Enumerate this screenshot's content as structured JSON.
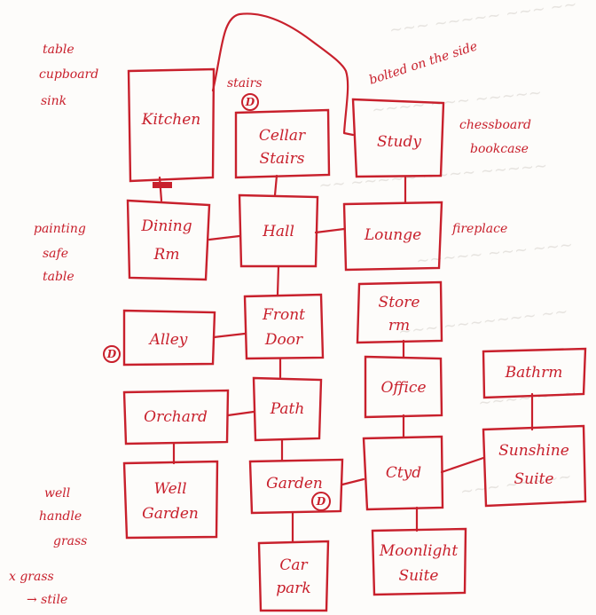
{
  "ink_color": "#c8202c",
  "paper_color": "#fdfcfa",
  "rooms": [
    {
      "id": "kitchen",
      "label": [
        "Kitchen"
      ]
    },
    {
      "id": "cellar-stairs",
      "label": [
        "Cellar",
        "Stairs"
      ]
    },
    {
      "id": "study",
      "label": [
        "Study"
      ]
    },
    {
      "id": "dining-room",
      "label": [
        "Dining",
        "Rm"
      ]
    },
    {
      "id": "hall",
      "label": [
        "Hall"
      ]
    },
    {
      "id": "lounge",
      "label": [
        "Lounge"
      ]
    },
    {
      "id": "store-rm",
      "label": [
        "Store",
        "rm"
      ]
    },
    {
      "id": "alley",
      "label": [
        "Alley"
      ]
    },
    {
      "id": "front-door",
      "label": [
        "Front",
        "Door"
      ]
    },
    {
      "id": "office",
      "label": [
        "Office"
      ]
    },
    {
      "id": "bathroom",
      "label": [
        "Bathrm"
      ]
    },
    {
      "id": "orchard",
      "label": [
        "Orchard"
      ]
    },
    {
      "id": "path",
      "label": [
        "Path"
      ]
    },
    {
      "id": "sunshine-suite",
      "label": [
        "Sunshine",
        "Suite"
      ]
    },
    {
      "id": "well-garden",
      "label": [
        "Well",
        "Garden"
      ]
    },
    {
      "id": "garden",
      "label": [
        "Garden"
      ]
    },
    {
      "id": "ctyd",
      "label": [
        "Ctyd"
      ]
    },
    {
      "id": "car-park",
      "label": [
        "Car",
        "park"
      ]
    },
    {
      "id": "moonlight-suite",
      "label": [
        "Moonlight",
        "Suite"
      ]
    }
  ],
  "notes": {
    "kitchen": [
      "table",
      "cupboard",
      "sink"
    ],
    "dining": [
      "painting",
      "safe",
      "table"
    ],
    "garden": [
      "well",
      "handle",
      "grass"
    ],
    "grass": [
      "x grass",
      "→ stile"
    ],
    "stairs": [
      "stairs"
    ],
    "bolted": [
      "bolted on the side"
    ],
    "study": [
      "chessboard",
      "bookcase"
    ],
    "lounge": [
      "fireplace"
    ]
  },
  "markers": [
    {
      "id": "cellar-marker",
      "text": "D"
    },
    {
      "id": "alley-marker",
      "text": "D"
    },
    {
      "id": "garden-marker",
      "text": "D"
    }
  ]
}
